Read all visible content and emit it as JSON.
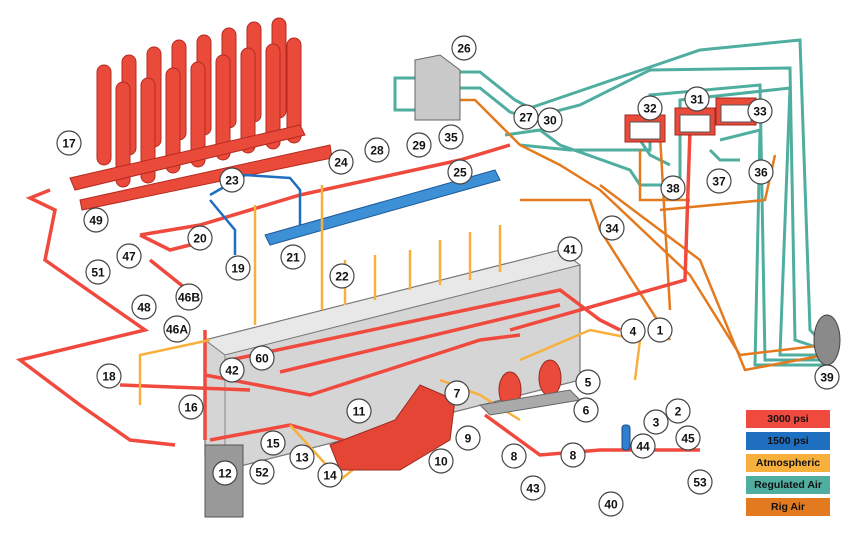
{
  "title": "Hydraulic control system schematic",
  "legend": [
    {
      "label": "3000 psi",
      "color": "#f04a3e"
    },
    {
      "label": "1500 psi",
      "color": "#1f6fc1"
    },
    {
      "label": "Atmospheric",
      "color": "#f8b03c"
    },
    {
      "label": "Regulated Air",
      "color": "#4fae9f"
    },
    {
      "label": "Rig Air",
      "color": "#e47a1f"
    }
  ],
  "callouts": [
    "1",
    "2",
    "3",
    "4",
    "5",
    "6",
    "7",
    "8",
    "8",
    "9",
    "10",
    "11",
    "12",
    "13",
    "14",
    "15",
    "16",
    "17",
    "18",
    "19",
    "20",
    "21",
    "22",
    "23",
    "24",
    "25",
    "26",
    "27",
    "28",
    "29",
    "30",
    "31",
    "32",
    "33",
    "34",
    "35",
    "36",
    "37",
    "38",
    "39",
    "40",
    "41",
    "42",
    "43",
    "44",
    "45",
    "46A",
    "46B",
    "47",
    "48",
    "49",
    "51",
    "52",
    "53",
    "60"
  ]
}
